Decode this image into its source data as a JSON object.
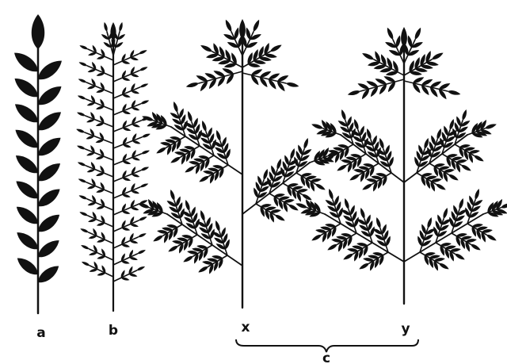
{
  "ink": "#111111",
  "background": "#ffffff",
  "labels": {
    "a": "a",
    "b": "b",
    "x": "x",
    "y": "y",
    "c": "c"
  },
  "specimens": [
    {
      "id": "a",
      "kind": "simple-pinnate",
      "leaf_pairs": 9
    },
    {
      "id": "b",
      "kind": "dense-pinnate",
      "leaf_pairs": 14
    },
    {
      "id": "x",
      "kind": "branched-panicle",
      "branch_pairs": 2
    },
    {
      "id": "y",
      "kind": "branched-panicle",
      "branch_pairs": 2
    }
  ]
}
